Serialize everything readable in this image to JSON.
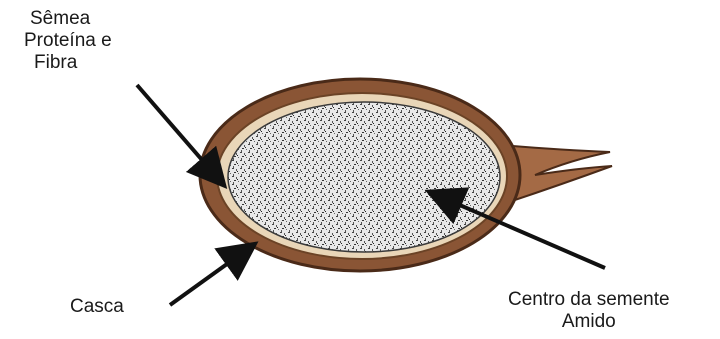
{
  "labels": {
    "bran_line1": "Sêmea",
    "bran_line2": "Proteína e",
    "bran_line3": "Fibra",
    "husk": "Casca",
    "center_line1": "Centro da semente",
    "center_line2": "Amido"
  },
  "colors": {
    "husk": "#8a5535",
    "husk_dark": "#4a2a18",
    "bran": "#e9d6b8",
    "endosperm": "#dcdcdc",
    "arrow": "#111111"
  }
}
